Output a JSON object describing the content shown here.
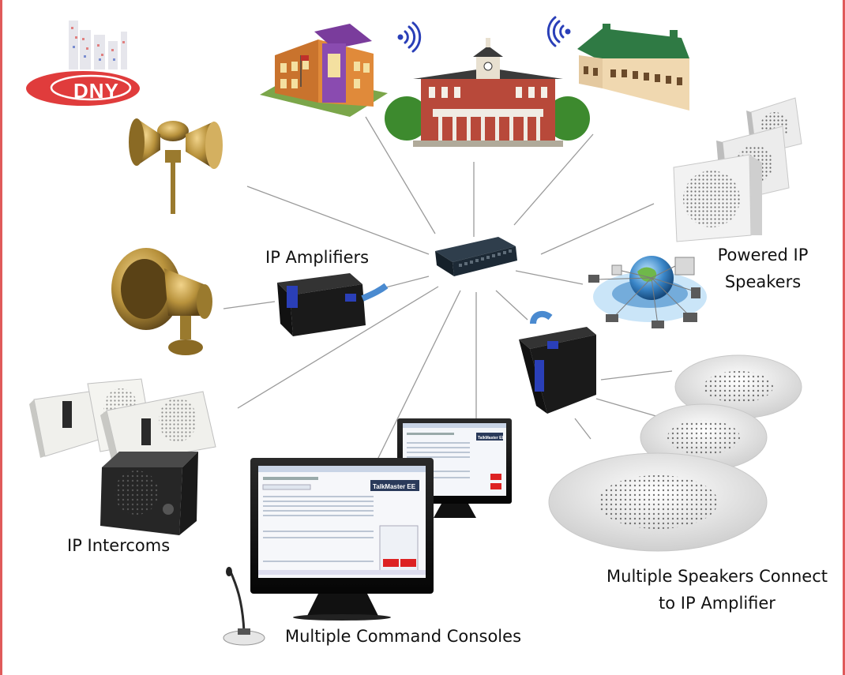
{
  "logo": {
    "text": "DNY"
  },
  "labels": {
    "ip_amplifiers": "IP Amplifiers",
    "powered_ip_speakers_line1": "Powered IP",
    "powered_ip_speakers_line2": "Speakers",
    "ip_intercoms": "IP Intercoms",
    "multiple_speakers_line1": "Multiple Speakers Connect",
    "multiple_speakers_line2": "to IP Amplifier",
    "multiple_command_consoles": "Multiple Command Consoles"
  },
  "console_brand": "TalkMaster EE",
  "colors": {
    "frame_border": "#e05a5a",
    "logo_red": "#e03c3c",
    "wifi_blue": "#2a3fb8",
    "connector_line": "#9a9a9a",
    "brass": "#b8923c",
    "speaker_white": "#ededed",
    "switch_dark": "#1d2a36"
  },
  "icons": [
    "building-icon",
    "wifi-icon",
    "horn-speaker-icon",
    "ip-amplifier-icon",
    "network-switch-icon",
    "wall-speaker-icon",
    "network-globe-icon",
    "ceiling-speaker-icon",
    "intercom-icon",
    "monitor-icon",
    "microphone-icon"
  ]
}
